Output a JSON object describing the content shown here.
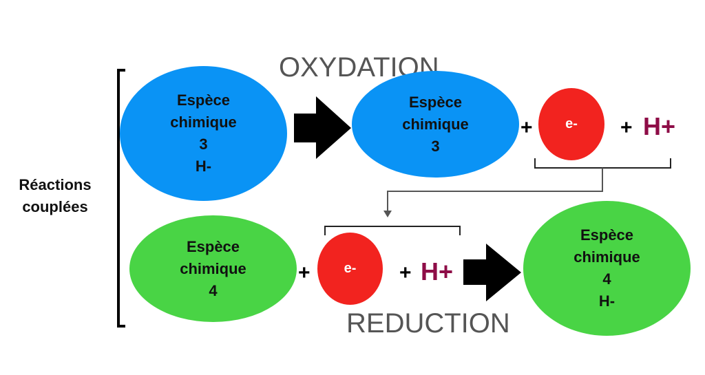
{
  "diagram": {
    "side_label": [
      "Réactions",
      "couplées"
    ],
    "oxidation_title": "OXYDATION",
    "reduction_title": "REDUCTION",
    "oxidation": {
      "reactant": [
        "Espèce",
        "chimique",
        "3",
        "H-"
      ],
      "product": [
        "Espèce",
        "chimique",
        "3"
      ],
      "electron": "e-",
      "plus": "+",
      "proton": "H+"
    },
    "reduction": {
      "reactant": [
        "Espèce",
        "chimique",
        "4"
      ],
      "product": [
        "Espèce",
        "chimique",
        "4",
        "H-"
      ],
      "electron": "e-",
      "plus": "+",
      "proton": "H+"
    },
    "colors": {
      "oxidation_species": "#0a93f5",
      "reduction_species": "#49d445",
      "electron": "#f2231f",
      "proton": "#8e0d47",
      "title": "#555555"
    }
  }
}
